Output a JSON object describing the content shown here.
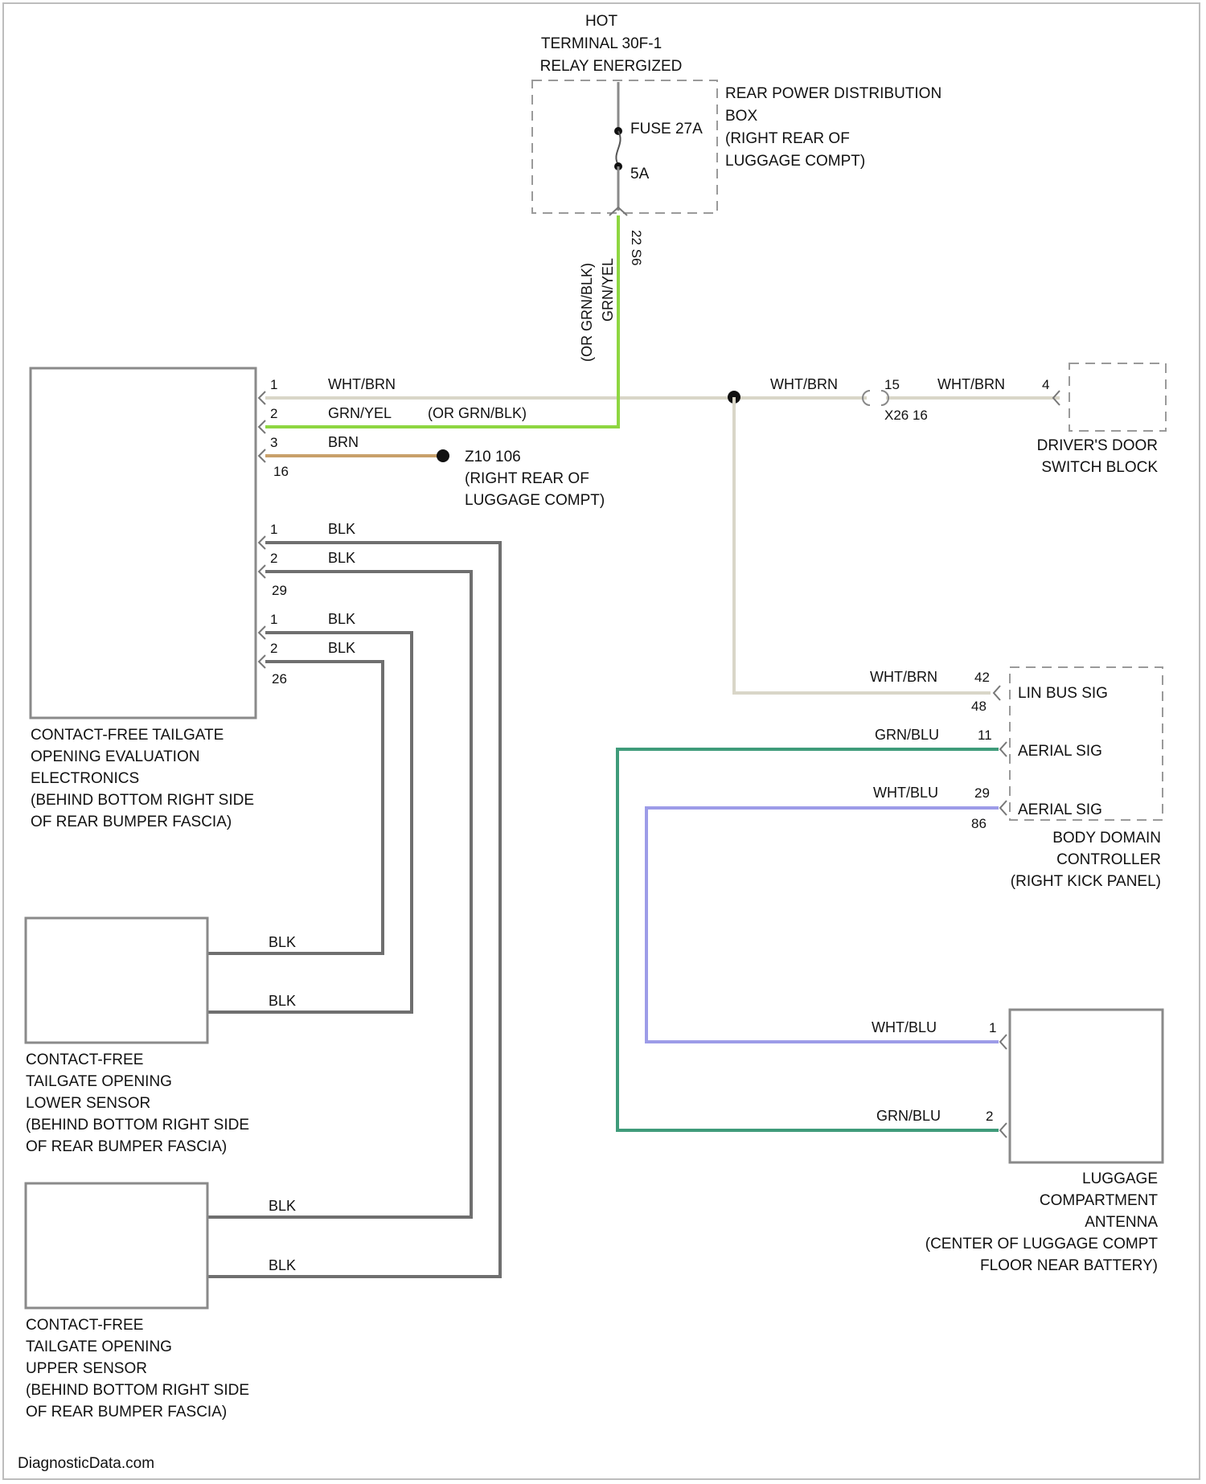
{
  "relay_note": {
    "line1": "HOT",
    "line2": "TERMINAL 30F-1",
    "line3": "RELAY ENERGIZED"
  },
  "rpdb": {
    "line1": "REAR POWER DISTRIBUTION",
    "line2": "BOX",
    "line3": "(RIGHT REAR OF",
    "line4": "LUGGAGE COMPT)",
    "fuse_label": "FUSE 27A",
    "fuse_rating": "5A",
    "out_pin": "22 S6",
    "vertical_wire_1": "(OR GRN/BLK)",
    "vertical_wire_2": "GRN/YEL"
  },
  "evaluation_module": {
    "line1": "CONTACT-FREE TAILGATE",
    "line2": "OPENING EVALUATION",
    "line3": "ELECTRONICS",
    "line4": "(BEHIND BOTTOM RIGHT SIDE",
    "line5": "OF REAR BUMPER FASCIA)",
    "conn_a": {
      "pins": [
        "1",
        "2",
        "3"
      ],
      "connector_id": "16",
      "wires": [
        "WHT/BRN",
        "GRN/YEL",
        "BRN"
      ],
      "wire2_alt": "(OR GRN/BLK)"
    },
    "conn_b": {
      "pins": [
        "1",
        "2"
      ],
      "connector_id": "29",
      "wires": [
        "BLK",
        "BLK"
      ]
    },
    "conn_c": {
      "pins": [
        "1",
        "2"
      ],
      "connector_id": "26",
      "wires": [
        "BLK",
        "BLK"
      ]
    }
  },
  "ground": {
    "line1": "Z10 106",
    "line2": "(RIGHT REAR OF",
    "line3": "LUGGAGE COMPT)"
  },
  "drivers_door": {
    "line1": "DRIVER'S DOOR",
    "line2": "SWITCH BLOCK",
    "wire_in": "WHT/BRN",
    "splice_pin": "15",
    "splice_id": "X26 16",
    "wire_out": "WHT/BRN",
    "pin": "4"
  },
  "bdc": {
    "line1": "BODY DOMAIN",
    "line2": "CONTROLLER",
    "line3": "(RIGHT KICK PANEL)",
    "sig1": "LIN BUS SIG",
    "sig2": "AERIAL SIG",
    "sig3": "AERIAL SIG",
    "wire1": "WHT/BRN",
    "pin1": "42",
    "conn1": "48",
    "wire2": "GRN/BLU",
    "pin2": "11",
    "wire3": "WHT/BLU",
    "pin3": "29",
    "conn2": "86"
  },
  "lower_sensor": {
    "line1": "CONTACT-FREE",
    "line2": "TAILGATE OPENING",
    "line3": "LOWER SENSOR",
    "line4": "(BEHIND BOTTOM RIGHT SIDE",
    "line5": "OF REAR BUMPER FASCIA)",
    "wire1": "BLK",
    "wire2": "BLK"
  },
  "upper_sensor": {
    "line1": "CONTACT-FREE",
    "line2": "TAILGATE OPENING",
    "line3": "UPPER SENSOR",
    "line4": "(BEHIND BOTTOM RIGHT SIDE",
    "line5": "OF REAR BUMPER FASCIA)",
    "wire1": "BLK",
    "wire2": "BLK"
  },
  "antenna": {
    "line1": "LUGGAGE",
    "line2": "COMPARTMENT",
    "line3": "ANTENNA",
    "line4": "(CENTER OF LUGGAGE COMPT",
    "line5": "FLOOR NEAR BATTERY)",
    "wire1": "WHT/BLU",
    "pin1": "1",
    "wire2": "GRN/BLU",
    "pin2": "2"
  },
  "footer": "DiagnosticData.com",
  "colors": {
    "wht_brn": "#d9d6c8",
    "grn_yel": "#8ed641",
    "brn": "#c8a06a",
    "blk": "#6f6f6f",
    "grn_blu": "#3f9b7a",
    "wht_blu": "#9d9ce8"
  }
}
